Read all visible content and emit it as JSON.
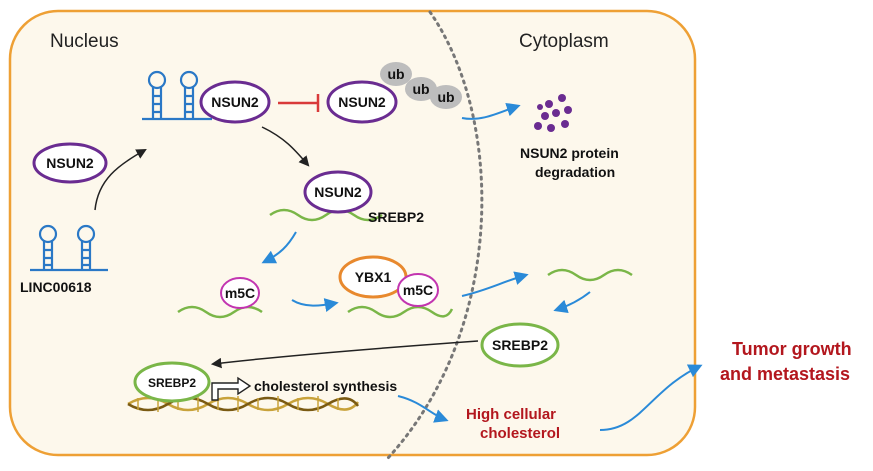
{
  "regions": {
    "nucleus": "Nucleus",
    "cytoplasm": "Cytoplasm"
  },
  "labels": {
    "nsun2": "NSUN2",
    "ub": "ub",
    "degradation_line1": "NSUN2 protein",
    "degradation_line2": "degradation",
    "srebp2_gene": "SREBP2",
    "lnc": "LINC00618",
    "m5c": "m5C",
    "ybx1": "YBX1",
    "srebp2_protein": "SREBP2",
    "srebp2_bound": "SREBP2",
    "cholesterol_synthesis": "cholesterol synthesis",
    "high_chol_line1": "High cellular",
    "high_chol_line2": "cholesterol",
    "tumor_line1": "Tumor growth",
    "tumor_line2": "and metastasis"
  },
  "colors": {
    "cell_border": "#eea035",
    "nsun2_oval": "#6a2c91",
    "rna": "#7ab648",
    "hairpin": "#2a78c6",
    "arrow_blue": "#2a8ad8",
    "inhibit": "#d93a3a",
    "m5c_oval": "#c235b0",
    "ybx1_oval": "#e8892e",
    "srebp2_oval": "#7ab648",
    "ub": "#bdbdbd",
    "degradation_dots": "#6a2c91",
    "dna_strand1": "#c8a23a",
    "dna_strand2": "#7a5a12",
    "red_text": "#b3171e"
  },
  "icons": [
    "hairpin-rna-icon",
    "ubiquitin-icon",
    "degradation-dots-icon",
    "dna-helix-icon",
    "transcription-arrow-icon"
  ]
}
